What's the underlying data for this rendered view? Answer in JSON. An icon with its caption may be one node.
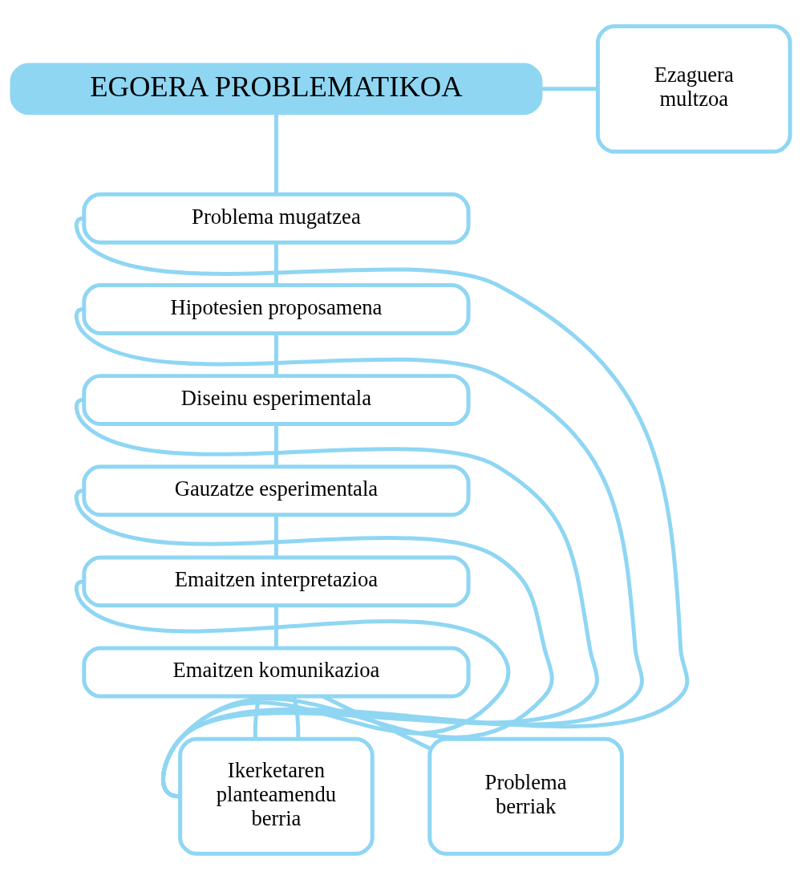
{
  "diagram": {
    "nodes": [
      {
        "text": [
          "EGOERA PROBLEMATIKOA"
        ]
      },
      {
        "text": [
          "Ezaguera multzoa"
        ]
      },
      {
        "text": [
          "Problema mugatzea"
        ]
      },
      {
        "text": [
          "Hipotesien proposamena"
        ]
      },
      {
        "text": [
          "Diseinu esperimentala"
        ]
      },
      {
        "text": [
          "Gauzatze esperimentala"
        ]
      },
      {
        "text": [
          "Emaitzen interpretazioa"
        ]
      },
      {
        "text": [
          "Emaitzen komunikazioa"
        ]
      },
      {
        "text": [
          "Ikerketaren planteamendu berria"
        ]
      },
      {
        "text": [
          "Problema berriak"
        ]
      }
    ],
    "edges": [
      {
        "from": 0,
        "to": 1,
        "arrow": "none"
      },
      {
        "from": 0,
        "to": 2,
        "arrow": "none"
      },
      {
        "from": 2,
        "to": 3,
        "arrow": "none"
      },
      {
        "from": 3,
        "to": 4,
        "arrow": "none"
      },
      {
        "from": 4,
        "to": 5,
        "arrow": "none"
      },
      {
        "from": 5,
        "to": 6,
        "arrow": "none"
      },
      {
        "from": 6,
        "to": 7,
        "arrow": "none"
      },
      {
        "from": 7,
        "to": 8,
        "arrow": "none"
      },
      {
        "from": 7,
        "to": 9,
        "arrow": "none"
      },
      {
        "from": 8,
        "to": 2,
        "arrow": "none"
      },
      {
        "from": 8,
        "to": 3,
        "arrow": "none"
      },
      {
        "from": 8,
        "to": 4,
        "arrow": "none"
      },
      {
        "from": 8,
        "to": 5,
        "arrow": "none"
      },
      {
        "from": 8,
        "to": 6,
        "arrow": "none"
      },
      {
        "from": 8,
        "to": 7,
        "arrow": "none"
      }
    ]
  }
}
